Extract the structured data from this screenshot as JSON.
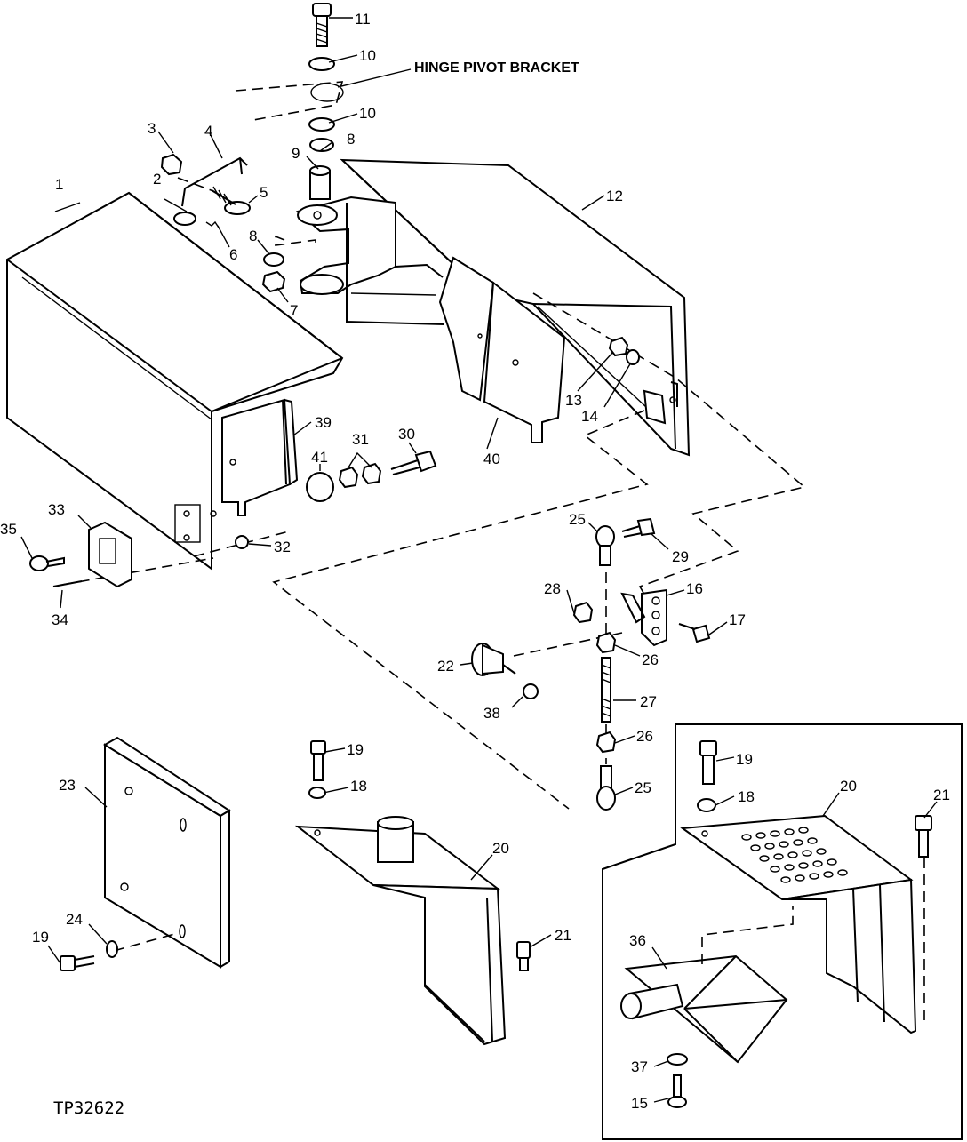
{
  "figure": {
    "reference_code": "TP32622",
    "annotation": "HINGE PIVOT BRACKET"
  },
  "callouts": [
    {
      "id": "c1",
      "text": "1"
    },
    {
      "id": "c2",
      "text": "2"
    },
    {
      "id": "c3",
      "text": "3"
    },
    {
      "id": "c4",
      "text": "4"
    },
    {
      "id": "c5",
      "text": "5"
    },
    {
      "id": "c6",
      "text": "6"
    },
    {
      "id": "c7",
      "text": "7"
    },
    {
      "id": "c8a",
      "text": "8"
    },
    {
      "id": "c8b",
      "text": "8"
    },
    {
      "id": "c9",
      "text": "9"
    },
    {
      "id": "c10a",
      "text": "10"
    },
    {
      "id": "c10b",
      "text": "10"
    },
    {
      "id": "c11",
      "text": "11"
    },
    {
      "id": "c12",
      "text": "12"
    },
    {
      "id": "c13",
      "text": "13"
    },
    {
      "id": "c14",
      "text": "14"
    },
    {
      "id": "c15",
      "text": "15"
    },
    {
      "id": "c16",
      "text": "16"
    },
    {
      "id": "c17",
      "text": "17"
    },
    {
      "id": "c18a",
      "text": "18"
    },
    {
      "id": "c18b",
      "text": "18"
    },
    {
      "id": "c19a",
      "text": "19"
    },
    {
      "id": "c19b",
      "text": "19"
    },
    {
      "id": "c19c",
      "text": "19"
    },
    {
      "id": "c20a",
      "text": "20"
    },
    {
      "id": "c20b",
      "text": "20"
    },
    {
      "id": "c21a",
      "text": "21"
    },
    {
      "id": "c21b",
      "text": "21"
    },
    {
      "id": "c22",
      "text": "22"
    },
    {
      "id": "c23",
      "text": "23"
    },
    {
      "id": "c24",
      "text": "24"
    },
    {
      "id": "c25a",
      "text": "25"
    },
    {
      "id": "c25b",
      "text": "25"
    },
    {
      "id": "c26a",
      "text": "26"
    },
    {
      "id": "c26b",
      "text": "26"
    },
    {
      "id": "c27",
      "text": "27"
    },
    {
      "id": "c28",
      "text": "28"
    },
    {
      "id": "c29",
      "text": "29"
    },
    {
      "id": "c30",
      "text": "30"
    },
    {
      "id": "c31",
      "text": "31"
    },
    {
      "id": "c32",
      "text": "32"
    },
    {
      "id": "c33",
      "text": "33"
    },
    {
      "id": "c34",
      "text": "34"
    },
    {
      "id": "c35",
      "text": "35"
    },
    {
      "id": "c36",
      "text": "36"
    },
    {
      "id": "c37",
      "text": "37"
    },
    {
      "id": "c38",
      "text": "38"
    },
    {
      "id": "c39",
      "text": "39"
    },
    {
      "id": "c40",
      "text": "40"
    },
    {
      "id": "c41",
      "text": "41"
    }
  ]
}
